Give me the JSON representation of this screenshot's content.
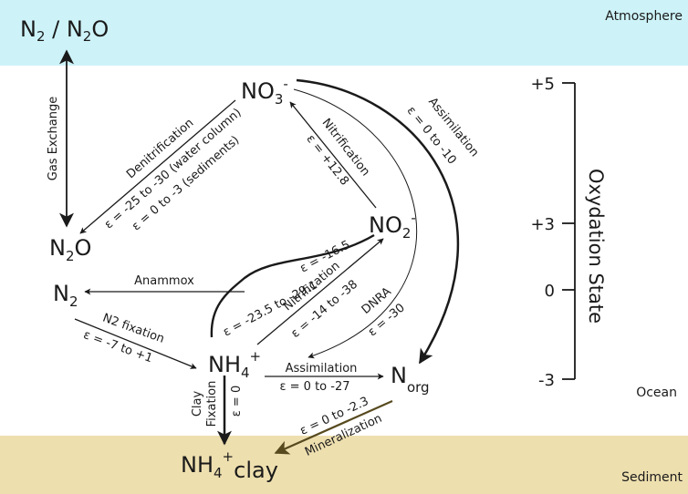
{
  "zones": {
    "atmosphere": "Atmosphere",
    "ocean": "Ocean",
    "sediment": "Sediment"
  },
  "species": {
    "n2_n2o": "N",
    "n2_n2o_sub1": "2",
    "n2_n2o_mid": " / N",
    "n2_n2o_sub2": "2",
    "n2_n2o_end": "O",
    "no3": "NO",
    "no3_sub": "3",
    "no3_sup": "-",
    "no2": "NO",
    "no2_sub": "2",
    "no2_sup": "-",
    "n2o": "N",
    "n2o_sub": "2",
    "n2o_end": "O",
    "n2": "N",
    "n2_sub": "2",
    "nh4": "NH",
    "nh4_sub": "4",
    "nh4_sup": "+",
    "norg": "N",
    "norg_sub": "org",
    "nh4clay": "NH",
    "nh4clay_sub": "4",
    "nh4clay_sup": "+",
    "nh4clay_end": "clay"
  },
  "processes": {
    "gas_exchange": "Gas Exchange",
    "denitrification": "Denitrification",
    "denit_eps_water": "ε = -25 to -30 (water column)",
    "denit_eps_sed": "ε = 0 to -3 (sediments)",
    "nitrification_no2_no3": "Nitrification",
    "nitrification_no2_no3_eps": "ε = +12.8",
    "assimilation_no3": "Assimilation",
    "assimilation_no3_eps": "ε = 0 to -10",
    "anammox": "Anammox",
    "anammox_eps_no2": "ε = -16.5",
    "anammox_eps_nh4": "ε = -23.5 to -29.1",
    "nitrification_nh4_no2": "Nitrification",
    "nitrification_nh4_no2_eps": "ε = -14 to -38",
    "dnra": "DNRA",
    "dnra_eps": "ε = -30",
    "n2_fixation": "N2 fixation",
    "n2_fixation_eps": "ε = -7 to +1",
    "assimilation_nh4": "Assimilation",
    "assimilation_nh4_eps": "ε = 0 to -27",
    "clay_fixation_1": "Clay",
    "clay_fixation_2": "Fixation",
    "clay_fixation_eps": "ε = 0",
    "mineralization": "Mineralization",
    "mineralization_eps": "ε = 0 to -2.3"
  },
  "oxidation_scale": {
    "title": "Oxydation State",
    "ticks": [
      "+5",
      "+3",
      "0",
      "-3"
    ]
  },
  "colors": {
    "atmosphere": "#cdf3f8",
    "sediment": "#eedfaf",
    "arrow": "#1a1a1a",
    "mineralization_arrow": "#574a1f"
  }
}
